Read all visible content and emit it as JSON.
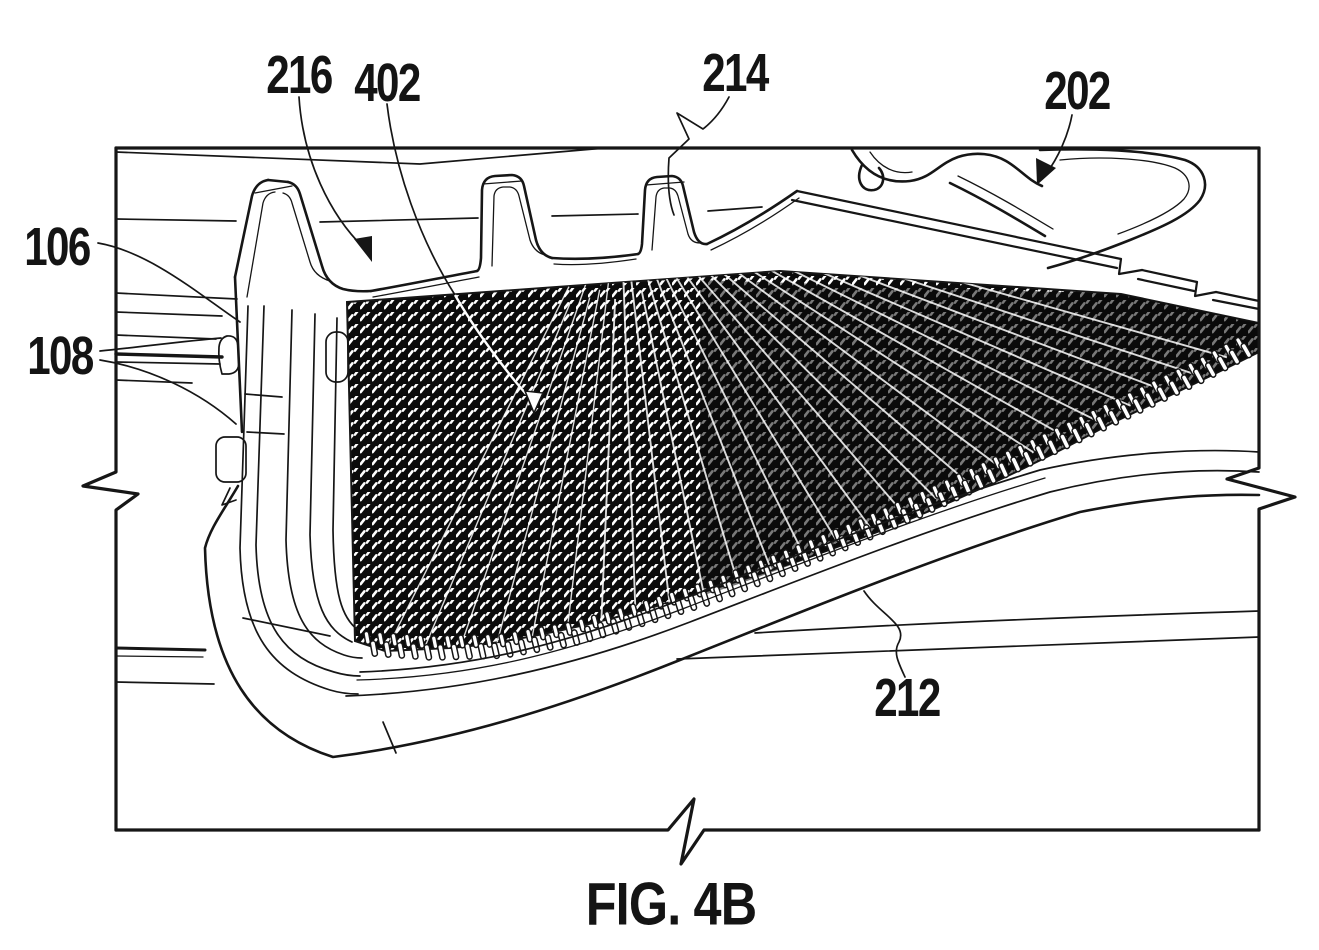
{
  "figure": {
    "caption": "FIG. 4B"
  },
  "reference_numerals": [
    {
      "text": "216"
    },
    {
      "text": "402"
    },
    {
      "text": "214"
    },
    {
      "text": "202"
    },
    {
      "text": "106"
    },
    {
      "text": "108"
    },
    {
      "text": "212"
    }
  ],
  "colors": {
    "ink": "#161616",
    "paper": "#ffffff",
    "dark_fill": "#0b0b0b"
  }
}
